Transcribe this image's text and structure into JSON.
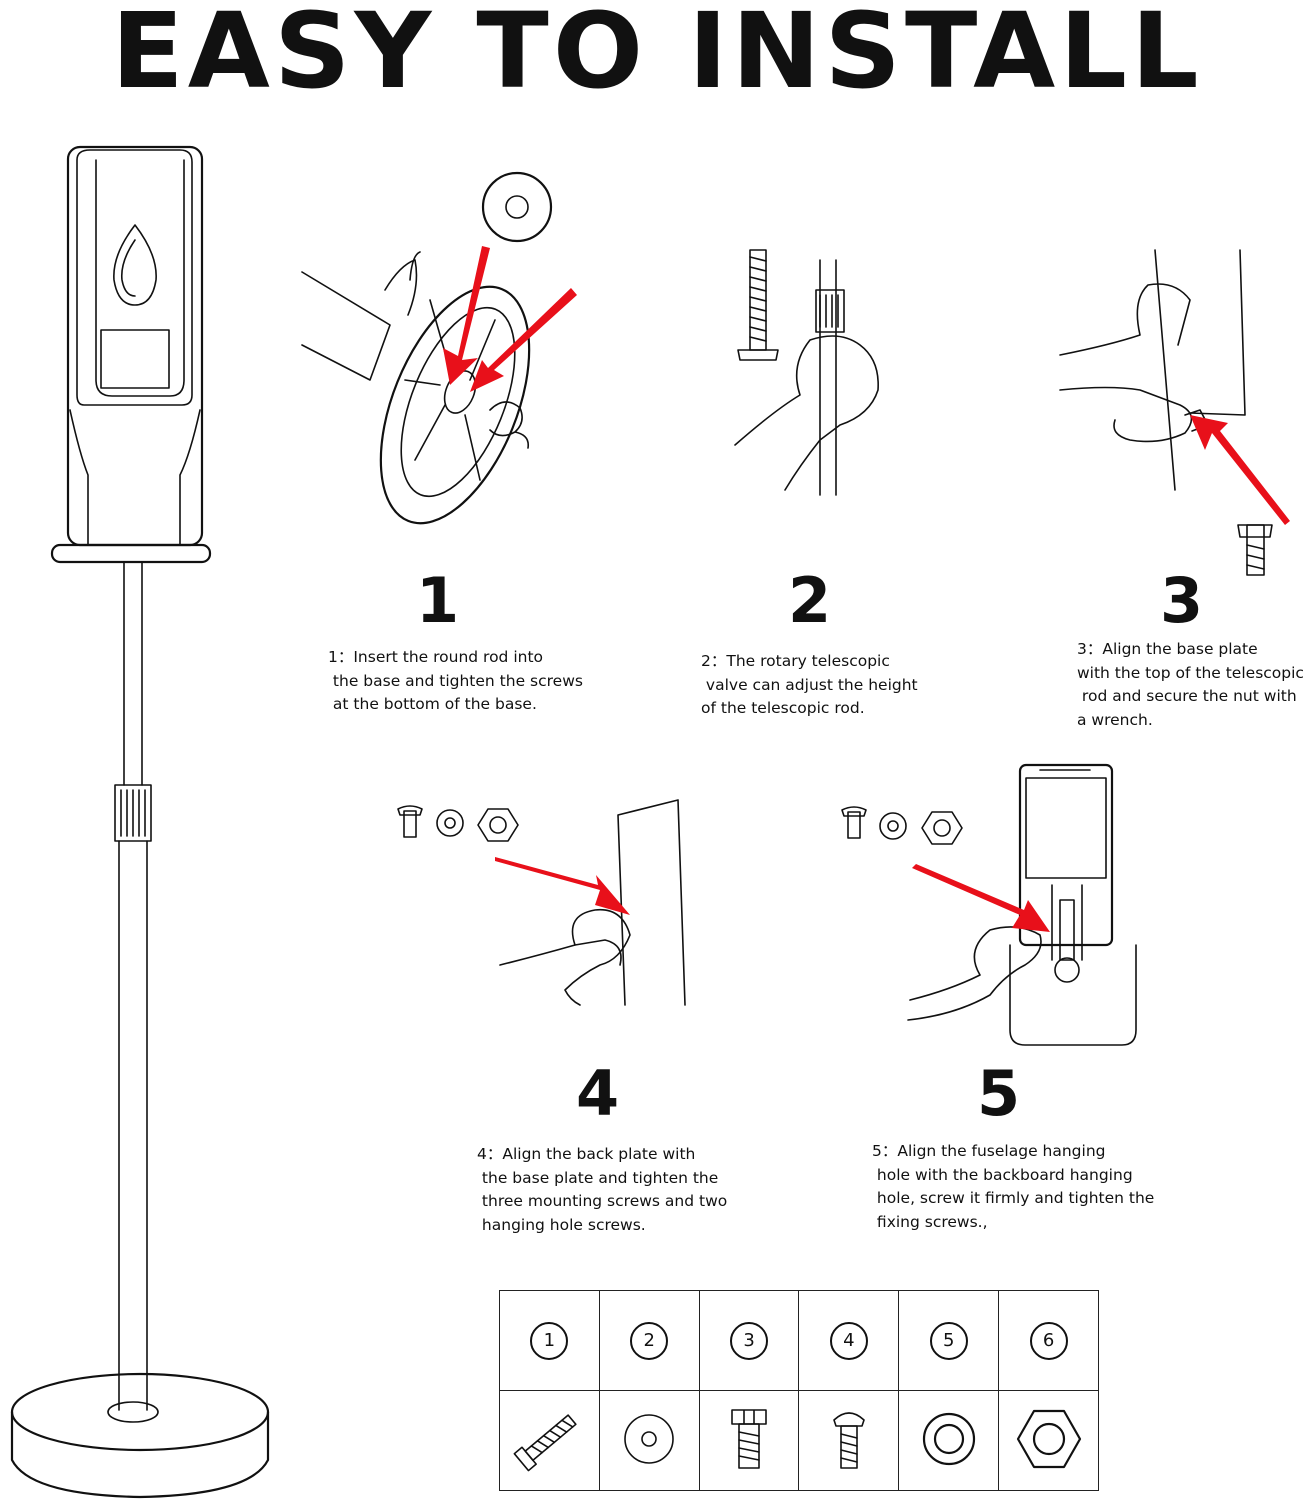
{
  "title": "EASY TO INSTALL",
  "steps": [
    {
      "number": "1",
      "text": "1：Insert the round rod into\n the base and tighten the screws\n at the bottom of the base."
    },
    {
      "number": "2",
      "text": "2：The rotary telescopic\n valve can adjust the height\nof the telescopic rod."
    },
    {
      "number": "3",
      "text": "3：Align the base plate\nwith the top of the telescopic\n rod and secure the nut with\na wrench."
    },
    {
      "number": "4",
      "text": "4：Align the back plate with\n the base plate and tighten the\n three mounting screws and two\n hanging hole screws."
    },
    {
      "number": "5",
      "text": "5：Align the fuselage hanging\n hole with the backboard hanging\n hole, screw it firmly and tighten the\n fixing screws.,"
    }
  ],
  "parts_table": {
    "numbers": [
      "1",
      "2",
      "3",
      "4",
      "5",
      "6"
    ],
    "icons": [
      "long-bolt-icon",
      "flat-washer-icon",
      "hex-bolt-icon",
      "mushroom-screw-icon",
      "ring-washer-icon",
      "hex-nut-icon"
    ]
  },
  "colors": {
    "arrow": "#e8101a",
    "line": "#111111",
    "background": "#ffffff"
  }
}
